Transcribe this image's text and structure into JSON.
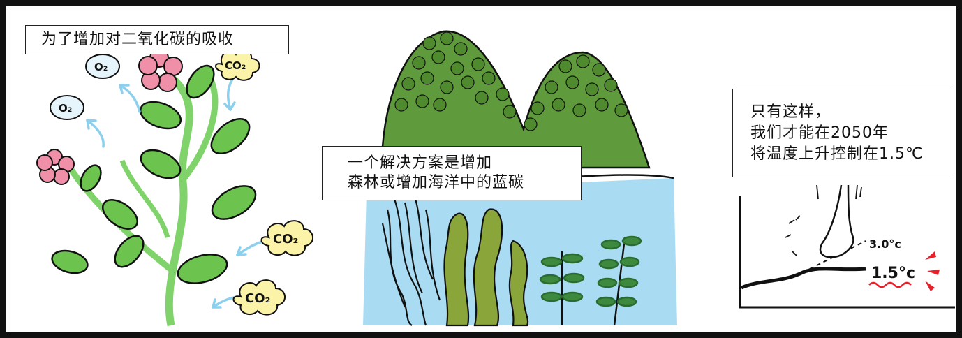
{
  "panel1": {
    "caption": "为了增加对二氧化碳的吸收",
    "labels": {
      "o2_top": "O₂",
      "o2_left": "O₂",
      "co2_top": "CO₂",
      "co2_mid": "CO₂",
      "co2_bottom": "CO₂"
    }
  },
  "panel2": {
    "caption_line1": "一个解决方案是增加",
    "caption_line2": "森林或增加海洋中的蓝碳"
  },
  "panel3": {
    "caption_line1": "只有这样，",
    "caption_line2": "我们才能在2050年",
    "caption_line3": "将温度上升控制在1.5℃",
    "graph_label_high": "3.0°c",
    "graph_label_target": "1.5°c"
  },
  "colors": {
    "leaf": "#6cc44f",
    "stem": "#7fd36a",
    "flower": "#ef8fa8",
    "mountain": "#5f9a3c",
    "sea": "#a9dcf2",
    "kelp": "#8aa63a",
    "co2_cloud": "#fbf3a8",
    "o2_cloud": "#e6f4fb",
    "arrow": "#8cd0ee",
    "target_red": "#e8202a"
  }
}
